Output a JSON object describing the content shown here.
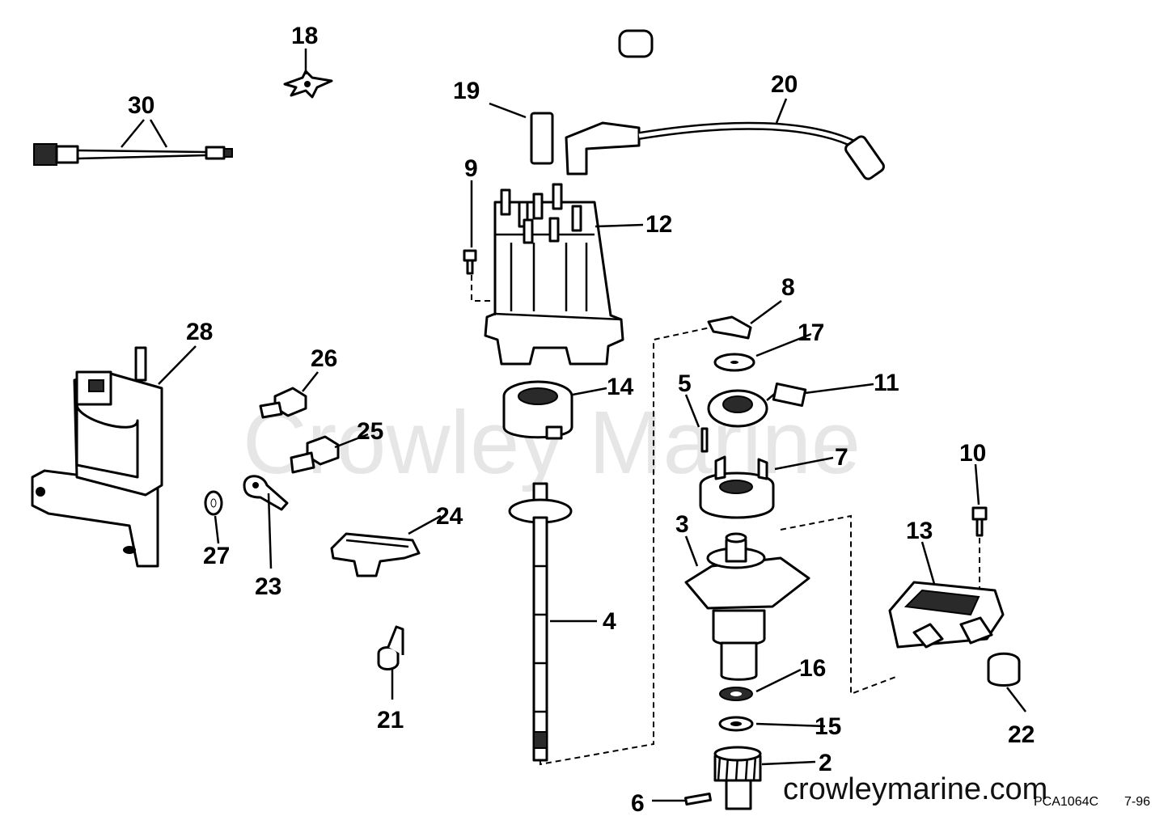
{
  "diagram": {
    "watermark": "Crowley Marine",
    "site_url": "crowleymarine.com",
    "figure_code": "PCA1064C",
    "figure_date": "7-96",
    "callouts": [
      "2",
      "3",
      "4",
      "5",
      "6",
      "7",
      "8",
      "9",
      "10",
      "11",
      "12",
      "13",
      "14",
      "15",
      "16",
      "17",
      "18",
      "19",
      "20",
      "21",
      "22",
      "23",
      "24",
      "25",
      "26",
      "27",
      "28",
      "30"
    ]
  }
}
